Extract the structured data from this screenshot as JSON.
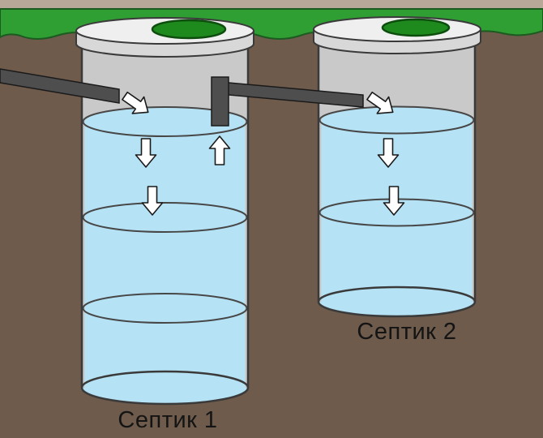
{
  "diagram": {
    "type": "septic-system-cross-section",
    "labels": {
      "tank1": "Септик 1",
      "tank2": "Септик 2"
    },
    "flow_arrows": [
      "inlet-into-tank1",
      "tank1-settle-down-1",
      "tank1-settle-down-2",
      "tank1-tee-overflow-up",
      "transfer-into-tank2",
      "tank2-settle-down-1",
      "tank2-settle-down-2"
    ],
    "colors": {
      "soil": "#6e5b4c",
      "surface_edge": "#b7a897",
      "grass": "#2f9e33",
      "grass_outline": "#1c5a20",
      "concrete": "#c9c9c9",
      "outline": "#3a3a3a",
      "lid_top": "#efefef",
      "lid_side": "#d8d8d8",
      "manhole": "#1e8a1e",
      "manhole_outline": "#0d4d0d",
      "water": "#b5e2f4",
      "pipe": "#4e4e4e",
      "arrow_fill": "#ffffff",
      "arrow_outline": "#1a1a1a",
      "label": "#141414"
    }
  }
}
